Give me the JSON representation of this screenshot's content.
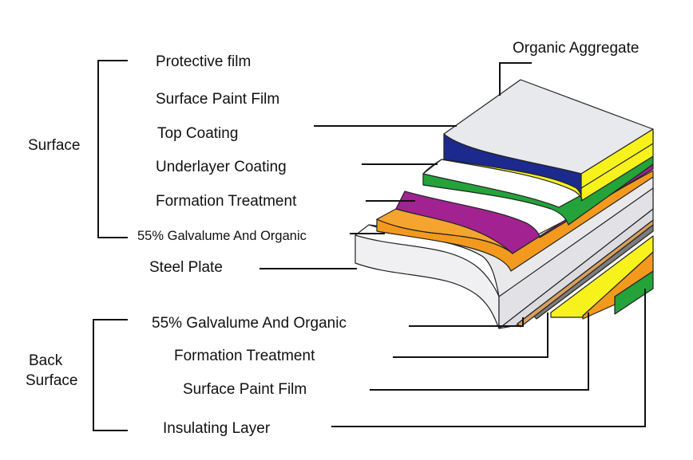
{
  "groups": {
    "surface": "Surface",
    "back_surface_line1": "Back",
    "back_surface_line2": "Surface"
  },
  "surface_layers": [
    "Protective film",
    "Surface Paint Film",
    "Top Coating",
    "Underlayer Coating",
    "Formation Treatment",
    "55% Galvalume And Organic"
  ],
  "core": "Steel Plate",
  "back_layers": [
    "55% Galvalume And Organic",
    "Formation Treatment",
    "Surface Paint Film",
    "Insulating Layer"
  ],
  "top_callout": "Organic Aggregate",
  "colors": {
    "top_layer": "#e8e9ec",
    "blue": "#1b2a8c",
    "yellow": "#f7f21b",
    "green": "#23a33a",
    "magenta": "#a12290",
    "orange": "#f39a1e",
    "steel": "#e9e9ec",
    "tan": "#d8a060",
    "gray": "#7c7c7c"
  }
}
